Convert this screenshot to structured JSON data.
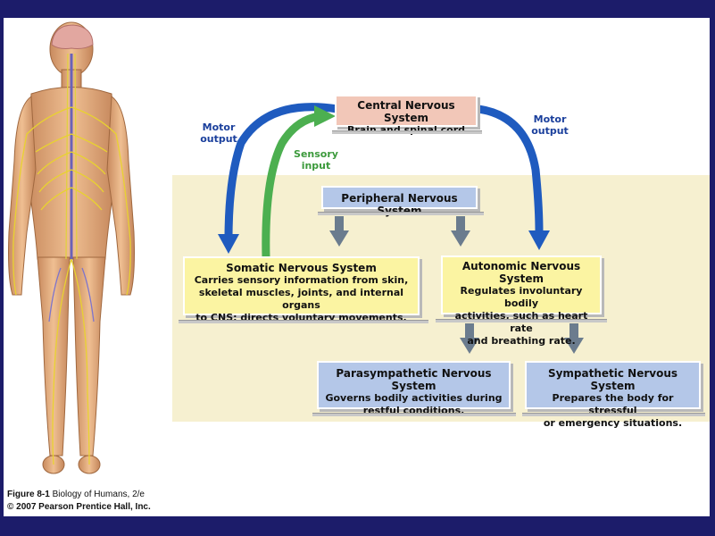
{
  "boxes": {
    "cns": {
      "title": "Central Nervous System",
      "desc": "Brain and spinal cord"
    },
    "pns": {
      "title": "Peripheral Nervous System"
    },
    "somatic": {
      "title": "Somatic Nervous System",
      "desc1": "Carries sensory information from skin,",
      "desc2": "skeletal muscles, joints, and internal organs",
      "desc3": "to CNS; directs voluntary movements."
    },
    "autonomic": {
      "title": "Autonomic Nervous System",
      "desc1": "Regulates involuntary bodily",
      "desc2": "activities, such as heart rate",
      "desc3": "and breathing rate."
    },
    "parasympathetic": {
      "title": "Parasympathetic Nervous System",
      "desc1": "Governs bodily activities during",
      "desc2": "restful conditions."
    },
    "sympathetic": {
      "title": "Sympathetic Nervous System",
      "desc1": "Prepares the body for stressful",
      "desc2": "or emergency situations."
    }
  },
  "labels": {
    "motor_left_1": "Motor",
    "motor_left_2": "output",
    "motor_right_1": "Motor",
    "motor_right_2": "output",
    "sensory_1": "Sensory",
    "sensory_2": "input"
  },
  "caption": {
    "figure_id": "Figure 8-1",
    "book": "Biology of Humans, 2/e",
    "copyright": "© 2007 Pearson Prentice Hall, Inc."
  },
  "colors": {
    "frame": "#1c1c6a",
    "panel": "#f6f0d0",
    "motor_arrow": "#1f5bbf",
    "sensory_arrow": "#4caf50",
    "cns_box": "#f2c7b8",
    "blue_box": "#b4c7e8",
    "yellow_box": "#fbf4a2"
  }
}
